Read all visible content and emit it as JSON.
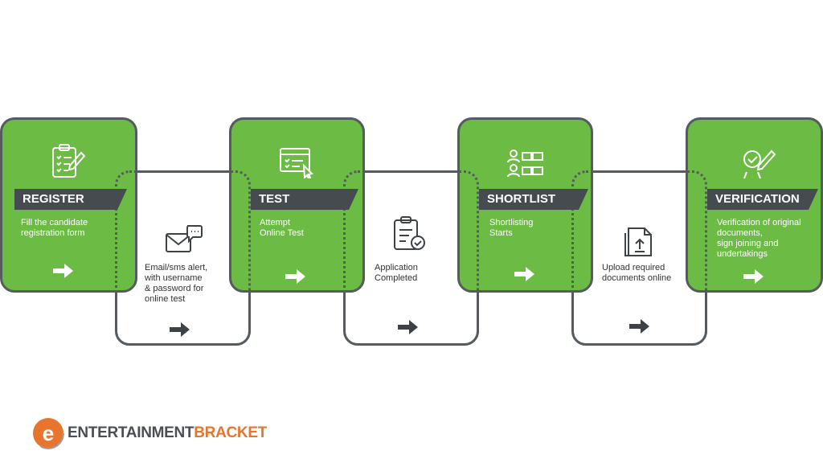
{
  "steps": [
    {
      "title": "REGISTER",
      "description": "Fill the candidate\nregistration form",
      "icon": "clipboard-checklist-icon"
    },
    {
      "title": "TEST",
      "description": "Attempt\nOnline Test",
      "icon": "online-test-icon"
    },
    {
      "title": "SHORTLIST",
      "description": "Shortlisting\nStarts",
      "icon": "shortlist-people-icon"
    },
    {
      "title": "VERIFICATION",
      "description": "Verification of original\ndocuments,\nsign joining and\nundertakings",
      "icon": "verification-badge-icon"
    }
  ],
  "connectors": [
    {
      "description": "Email/sms alert,\nwith username\n& password for\nonline test",
      "icon": "email-message-icon"
    },
    {
      "description": "Application\nCompleted",
      "icon": "clipboard-complete-icon"
    },
    {
      "description": "Upload required\ndocuments online",
      "icon": "document-upload-icon"
    }
  ],
  "logo": {
    "letter": "e",
    "part1": "ENTERTAINMENT",
    "part2": "BRACKET"
  },
  "colors": {
    "green": "#6bbb44",
    "dark": "#464b50",
    "border": "#555b61",
    "orange": "#e8752d"
  }
}
